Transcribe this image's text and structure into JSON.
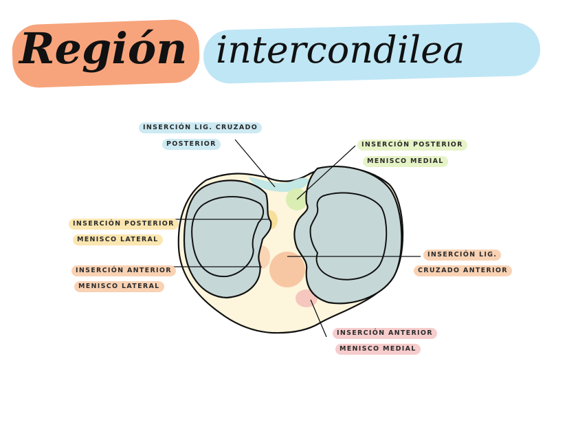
{
  "title": {
    "word1": "Región",
    "word2": "intercondilea"
  },
  "colors": {
    "title_word1_highlight": "#f7a47c",
    "title_word2_highlight": "#bfe6f5",
    "label_blue": "#cdeaf3",
    "label_green": "#e6f3c6",
    "label_yellow": "#fbe6b0",
    "label_orange": "#f9d2b4",
    "label_pink": "#f6cccc",
    "condyle_fill": "#c6d7d7",
    "plateau_fill": "#fdf5dc",
    "outline": "#111111"
  },
  "labels": {
    "lcp_line1": "INSERCIÓN LIG. CRUZADO",
    "lcp_line2": "POSTERIOR",
    "mmp_line1": "INSERCIÓN POSTERIOR",
    "mmp_line2": "MENISCO MEDIAL",
    "mlp_line1": "INSERCIÓN POSTERIOR",
    "mlp_line2": "MENISCO LATERAL",
    "mla_line1": "INSERCIÓN ANTERIOR",
    "mla_line2": "MENISCO LATERAL",
    "lca_line1": "INSERCIÓN LIG.",
    "lca_line2": "CRUZADO ANTERIOR",
    "mma_line1": "INSERCIÓN ANTERIOR",
    "mma_line2": "MENISCO MEDIAL"
  }
}
